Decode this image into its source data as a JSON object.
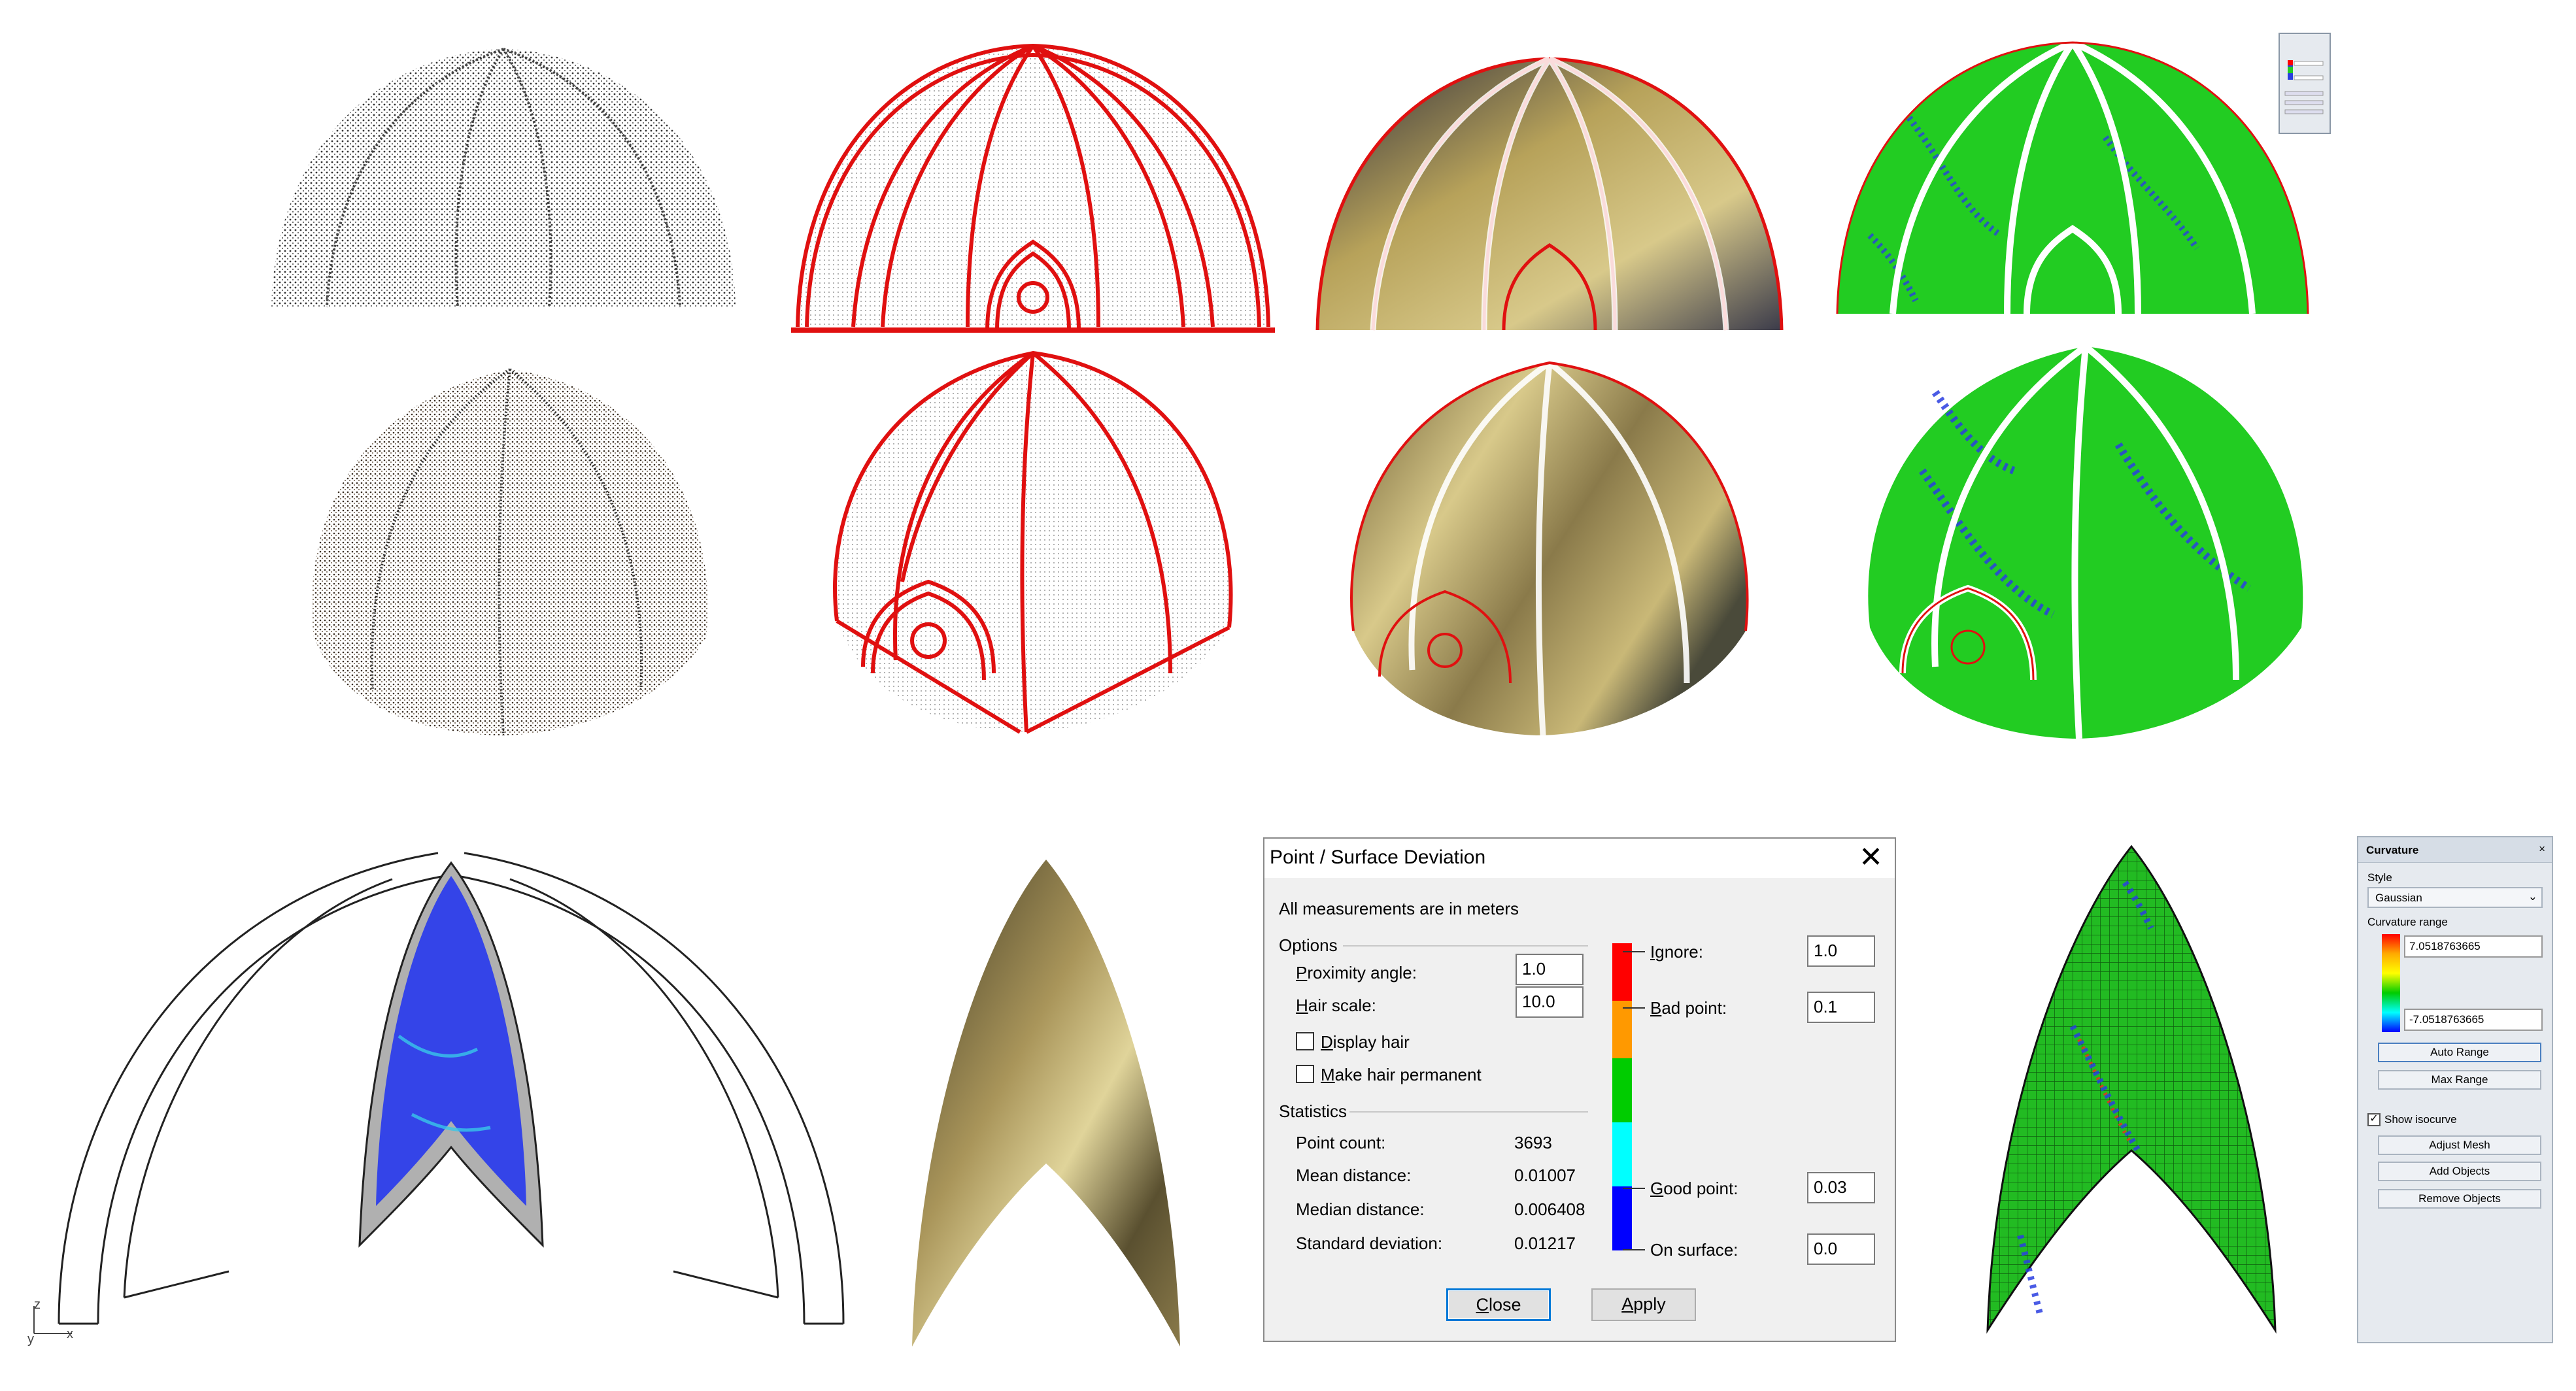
{
  "dialog": {
    "title": "Point / Surface Deviation",
    "close_x": "✕",
    "units_note": "All measurements are in meters",
    "options": {
      "label": "Options",
      "proximity_angle": {
        "label_u": "P",
        "label_rest": "roximity angle:",
        "value": "1.0"
      },
      "hair_scale": {
        "label_u": "H",
        "label_rest": "air scale:",
        "value": "10.0"
      },
      "display_hair": {
        "label_u": "D",
        "label_rest": "isplay hair",
        "checked": false
      },
      "make_hair_permanent": {
        "label_u": "M",
        "label_rest": "ake hair permanent",
        "checked": false
      }
    },
    "statistics": {
      "label": "Statistics",
      "rows": [
        {
          "label": "Point count:",
          "value": "3693"
        },
        {
          "label": "Mean distance:",
          "value": "0.01007"
        },
        {
          "label": "Median distance:",
          "value": "0.006408"
        },
        {
          "label": "Standard deviation:",
          "value": "0.01217"
        }
      ]
    },
    "legend": {
      "ignore": {
        "label_u": "I",
        "label_rest": "gnore:",
        "value": "1.0"
      },
      "bad_point": {
        "label_u": "B",
        "label_rest": "ad point:",
        "value": "0.1"
      },
      "good_point": {
        "label_u": "G",
        "label_rest": "ood point:",
        "value": "0.03"
      },
      "on_surface": {
        "label_u": "",
        "label_rest": "On surface:",
        "value": "0.0"
      },
      "colors": [
        "#ff0000",
        "#ff9900",
        "#00cc00",
        "#00ffff",
        "#0000ff"
      ]
    },
    "buttons": {
      "close": {
        "label_u": "C",
        "label_rest": "lose"
      },
      "apply": {
        "label_u": "A",
        "label_rest": "pply"
      }
    }
  },
  "curvature": {
    "title": "Curvature",
    "close_x": "×",
    "style_label": "Style",
    "style_value": "Gaussian",
    "range_label": "Curvature range",
    "max_value": "7.0518763665",
    "min_value": "-7.0518763665",
    "auto_range": "Auto Range",
    "max_range": "Max Range",
    "show_isocurve": "Show isocurve",
    "show_isocurve_checked": true,
    "adjust_mesh": "Adjust Mesh",
    "add_objects": "Add Objects",
    "remove_objects": "Remove Objects"
  },
  "axes": {
    "z": "z",
    "y": "y",
    "x": "x"
  },
  "colors": {
    "wire_red": "#e01010",
    "deviation_green": "#22cc22",
    "deviation_blue": "#2a3ee0",
    "metal_gold": "#b7a25a"
  }
}
